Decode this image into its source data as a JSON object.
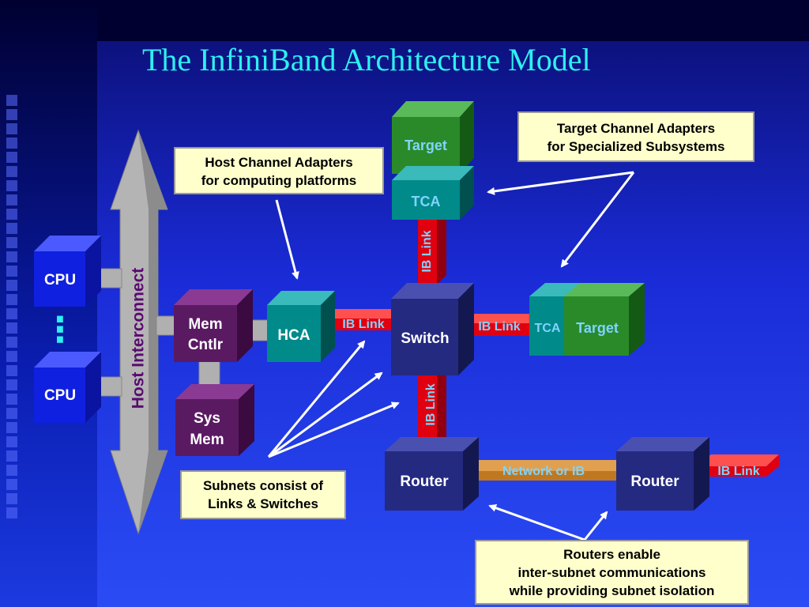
{
  "title": "The InfiniBand Architecture Model",
  "colors": {
    "title": "#2df0f0",
    "cpu": "#1020e0",
    "memory": "#5a1a62",
    "channel_adapter": "#008a8a",
    "target": "#2a8a2a",
    "switch": "#242a80",
    "ib_link": "#e00010",
    "network_link": "#c07820",
    "caption_bg": "#ffffcc"
  },
  "blocks": {
    "cpu_top": "CPU",
    "cpu_bottom": "CPU",
    "ellipsis": "⋮",
    "host_interconnect": "Host Interconnect",
    "mem_cntlr_line1": "Mem",
    "mem_cntlr_line2": "Cntlr",
    "sys_mem_line1": "Sys",
    "sys_mem_line2": "Mem",
    "hca": "HCA",
    "switch": "Switch",
    "tca_top": "TCA",
    "target_top": "Target",
    "tca_right": "TCA",
    "target_right": "Target",
    "router_left": "Router",
    "router_right": "Router"
  },
  "links": {
    "hca_switch": "IB Link",
    "switch_tca": "IB Link",
    "tca_switch_vertical": "IB Link",
    "switch_router_vertical": "IB Link",
    "router_router": "Network or IB",
    "router_out": "IB Link"
  },
  "captions": {
    "hca": [
      "Host Channel Adapters",
      "for computing platforms"
    ],
    "tca": [
      "Target Channel Adapters",
      "for Specialized Subsystems"
    ],
    "subnets": [
      "Subnets consist of",
      "Links & Switches"
    ],
    "routers": [
      "Routers enable",
      "inter-subnet communications",
      "while providing subnet isolation"
    ]
  }
}
